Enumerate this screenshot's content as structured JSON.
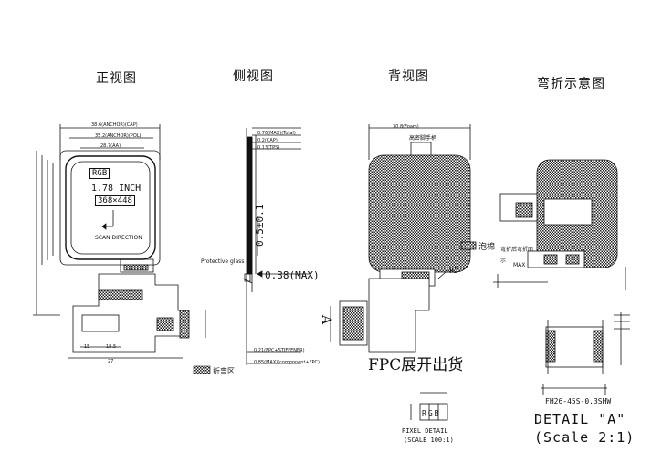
{
  "titles": {
    "front": "正视图",
    "side": "侧视图",
    "back": "背视图",
    "bend": "弯折示意图"
  },
  "front": {
    "rgb": "RGB",
    "size": "1.78 INCH",
    "resolution": "368×448",
    "scan": "SCAN DIRECTION",
    "legend_label": "折弯区",
    "dim_top1": "38.6(ANCHOR)(CAP)",
    "dim_top2": "35.2(ANCHOR)(POL)",
    "dim_top3": "28.7(AA)",
    "dim_bottom": "27",
    "dim_bottom_small": "18.5",
    "dim_left": "15"
  },
  "side": {
    "note_glass": "Protective glass",
    "dim_vertical": "0.5±0.1",
    "dim_max": "0.38(MAX)",
    "dim_t1": "0.76(MAX)(Total)",
    "dim_t2": "0.2(CAP)",
    "dim_t3": "0.13(TPS)",
    "dim_b1": "0.21(FPC+STIFFENER)",
    "dim_b2": "0.85(MAX)(component+FPC)"
  },
  "back": {
    "label_foam": "泡棉",
    "label_ic": "IC",
    "label_a": "A",
    "note_tape": "高密脚手柄",
    "fpc_note": "FPC展开出货",
    "dim_top": "30.8(Foam)"
  },
  "bend": {
    "note": "弯折后弯折面",
    "note2": "示",
    "dim_max": "MAX"
  },
  "pixel_detail": {
    "rgb": "RGB",
    "label1": "PIXEL DETAIL",
    "label2": "(SCALE 100:1)"
  },
  "detail_a": {
    "connector": "FH26-45S-0.3SHW",
    "label1": "DETAIL \"A\"",
    "label2": "(Scale 2:1)"
  }
}
